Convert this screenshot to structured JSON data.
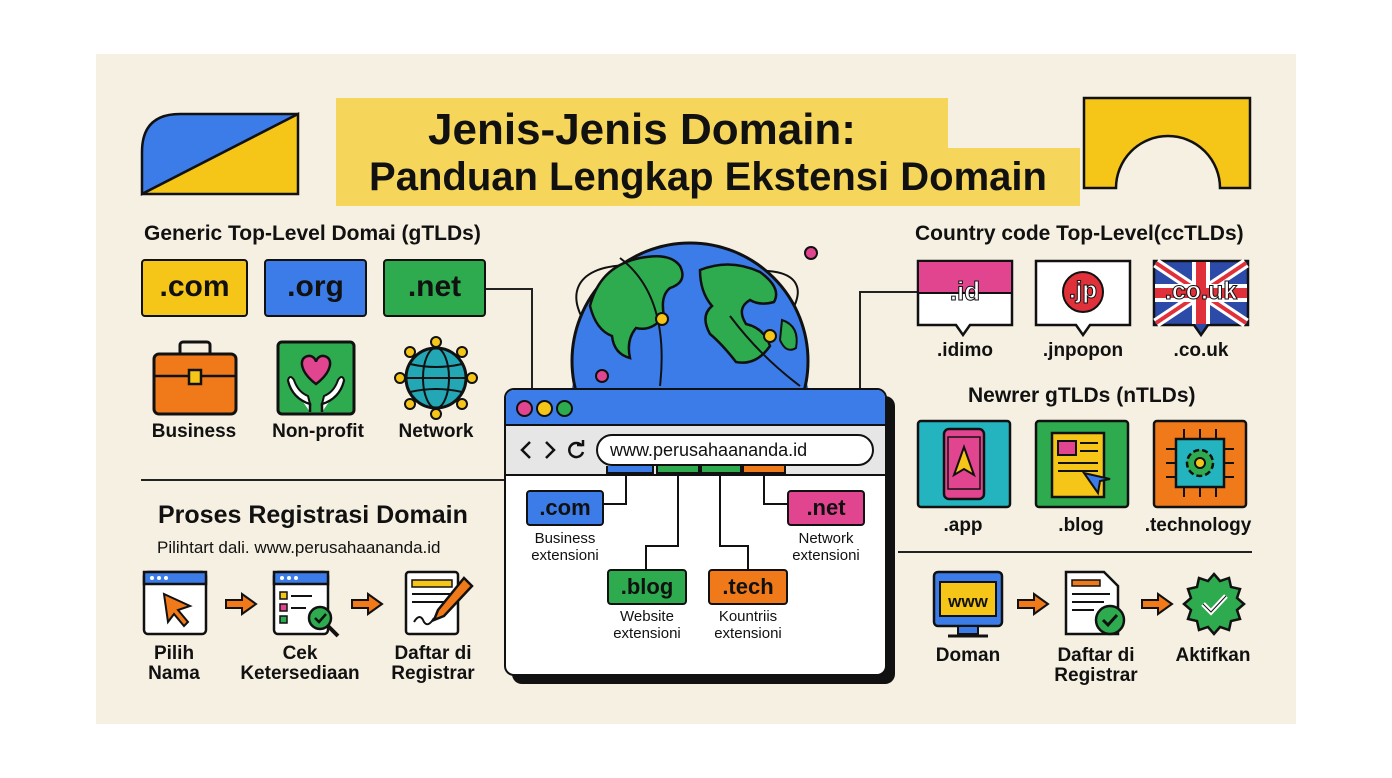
{
  "title": {
    "line1": "Jenis-Jenis Domain:",
    "line2": "Panduan Lengkap Ekstensi Domain"
  },
  "gtld": {
    "heading": "Generic Top-Level Domai (gTLDs)",
    "pills": [
      ".com",
      ".org",
      ".net"
    ],
    "icons": [
      {
        "label": "Business",
        "icon": "briefcase-icon"
      },
      {
        "label": "Non-profit",
        "icon": "heart-hands-icon"
      },
      {
        "label": "Network",
        "icon": "globe-network-icon"
      }
    ]
  },
  "cctld": {
    "heading": "Country code Top-Level(ccTLDs)",
    "flags": [
      {
        "text": ".id",
        "label": ".idimo",
        "icon": "indonesia-flag-icon"
      },
      {
        "text": ".jp",
        "label": ".jnpopon",
        "icon": "japan-flag-icon"
      },
      {
        "text": ".co.uk",
        "label": ".co.uk",
        "icon": "uk-flag-icon"
      }
    ]
  },
  "ntld": {
    "heading": "Newrer gTLDs (nTLDs)",
    "items": [
      {
        "label": ".app",
        "icon": "smartphone-app-icon"
      },
      {
        "label": ".blog",
        "icon": "blog-page-icon"
      },
      {
        "label": ".technology",
        "icon": "chip-gear-icon"
      }
    ]
  },
  "browser": {
    "url": "www.perusahaananda.id",
    "exts": [
      {
        "tld": ".com",
        "desc": "Business\nextensioni"
      },
      {
        "tld": ".net",
        "desc": "Network\nextensioni"
      },
      {
        "tld": ".blog",
        "desc": "Website\nextensioni"
      },
      {
        "tld": ".tech",
        "desc": "Kountriis\nextensioni"
      }
    ]
  },
  "registration": {
    "heading": "Proses Registrasi Domain",
    "subtitle": "Pilihtart dali. www.perusahaananda.id",
    "steps": [
      {
        "label": "Pilih\nNama",
        "icon": "cursor-window-icon"
      },
      {
        "label": "Cek\nKetersediaan",
        "icon": "checklist-search-icon"
      },
      {
        "label": "Daftar di\nRegistrar",
        "icon": "document-pen-icon"
      }
    ]
  },
  "activation": {
    "steps": [
      {
        "label": "Doman",
        "icon": "www-monitor-icon",
        "screen": "www"
      },
      {
        "label": "Daftar di\nRegistrar",
        "icon": "document-check-icon"
      },
      {
        "label": "Aktifkan",
        "icon": "verified-badge-icon"
      }
    ]
  },
  "colors": {
    "yellow": "#f5c518",
    "blue": "#3b7ce8",
    "green": "#2eaa4f",
    "orange": "#f07a1a",
    "pink": "#e2458f",
    "cream": "#f6f0e2",
    "title_band": "#f5d65a"
  }
}
